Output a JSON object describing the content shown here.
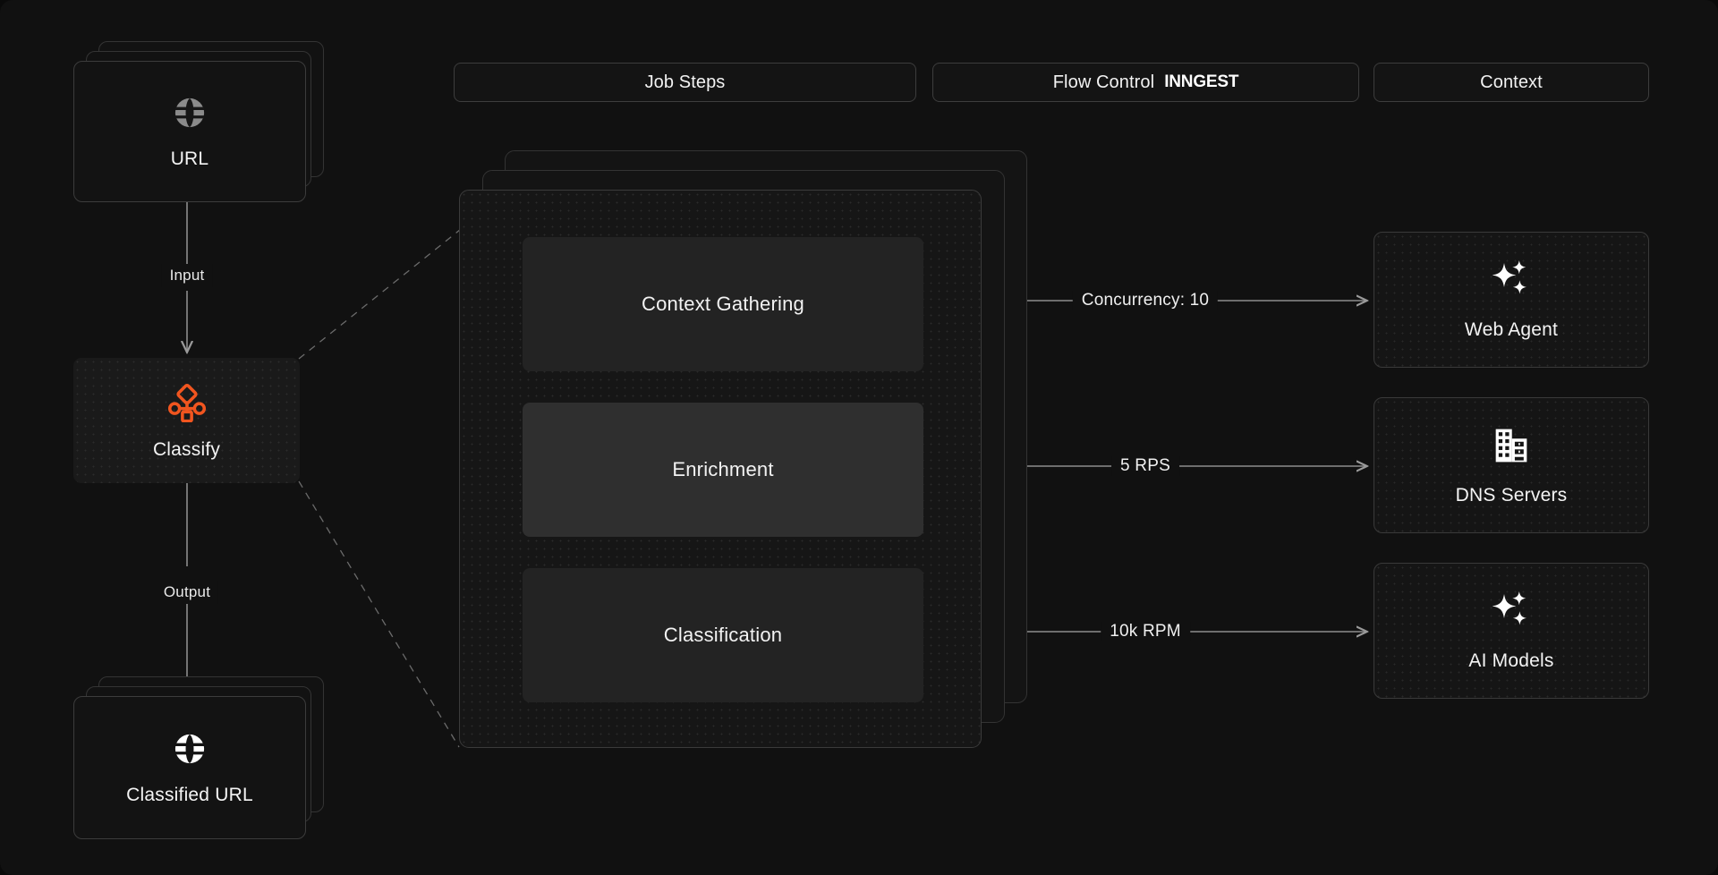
{
  "header": {
    "pills": [
      {
        "name": "job-steps",
        "label": "Job Steps",
        "logo": ""
      },
      {
        "name": "flow-control",
        "label": "Flow Control",
        "logo": "INNGEST"
      },
      {
        "name": "context",
        "label": "Context",
        "logo": ""
      }
    ]
  },
  "left": {
    "input_node": {
      "label": "URL",
      "icon": "globe-icon",
      "icon_color": "#8b8b8b",
      "stacked": true
    },
    "input_edge_label": "Input",
    "process_node": {
      "label": "Classify",
      "icon": "workflow-branch-icon",
      "icon_color": "#f1551f"
    },
    "output_edge_label": "Output",
    "output_node": {
      "label": "Classified URL",
      "icon": "globe-icon",
      "icon_color": "#ffffff",
      "stacked": true
    }
  },
  "steps": [
    {
      "name": "context-gathering",
      "label": "Context Gathering",
      "highlighted": false
    },
    {
      "name": "enrichment",
      "label": "Enrichment",
      "highlighted": true
    },
    {
      "name": "classification",
      "label": "Classification",
      "highlighted": false
    }
  ],
  "flow_labels": [
    {
      "name": "concurrency",
      "label": "Concurrency: 10"
    },
    {
      "name": "rate-limit-rps",
      "label": "5 RPS"
    },
    {
      "name": "rate-limit-rpm",
      "label": "10k RPM"
    }
  ],
  "resources": [
    {
      "name": "web-agent",
      "label": "Web Agent",
      "icon": "sparkles-icon"
    },
    {
      "name": "dns-servers",
      "label": "DNS Servers",
      "icon": "building-icon"
    },
    {
      "name": "ai-models",
      "label": "AI Models",
      "icon": "sparkles-icon"
    }
  ],
  "colors": {
    "background": "#111111",
    "accent": "#f1551f",
    "text": "#f2f2f2",
    "border": "#3a3a3a",
    "line": "#8e8e8e"
  }
}
